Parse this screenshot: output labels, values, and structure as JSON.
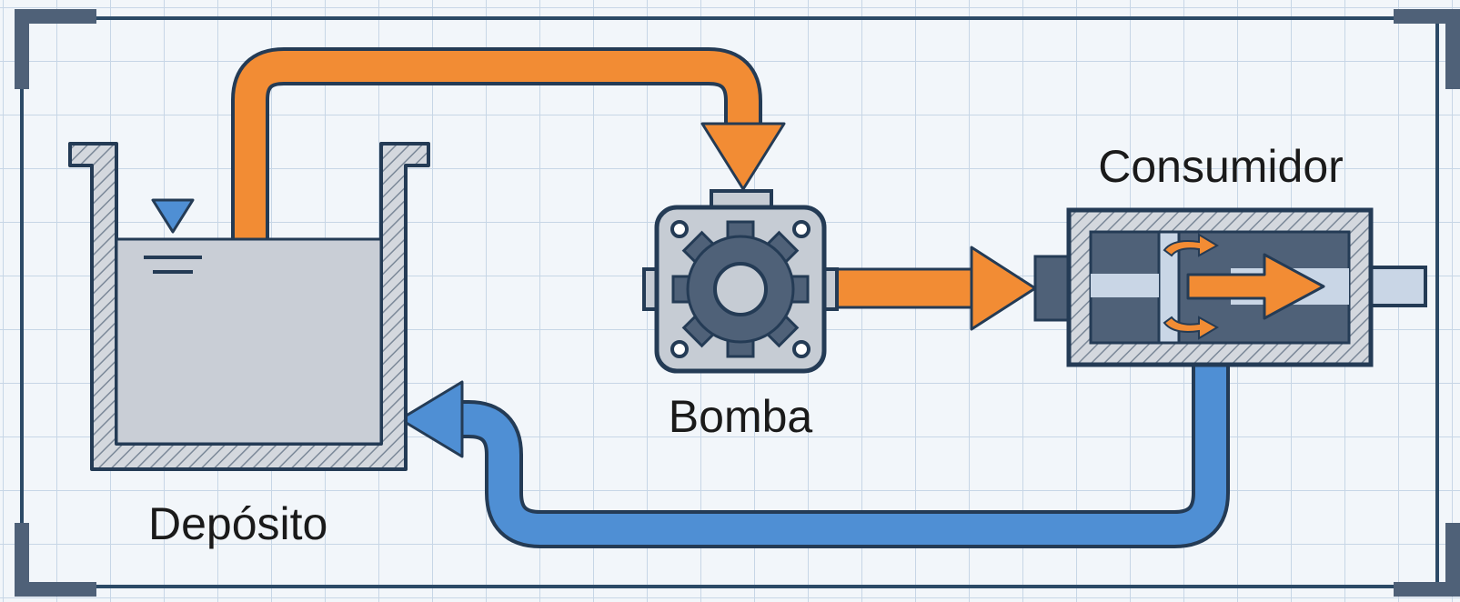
{
  "labels": {
    "reservoir": "Depósito",
    "pump": "Bomba",
    "consumer": "Consumidor"
  },
  "colors": {
    "background": "#f2f6fa",
    "grid": "#c7d6e6",
    "frame": "#2c4a66",
    "pressure_line": "#f28c34",
    "return_line": "#4f8fd4",
    "outline": "#243b55",
    "fluid": "#c9ced6",
    "wall_fill": "#d4d8de",
    "pump_body": "#c6ccd4",
    "gear": "#4f6178",
    "cylinder_dark": "#4f6178",
    "cylinder_light": "#c9d6e6"
  },
  "icons": {
    "fluid_level": "water-level-icon",
    "pump_gear": "gear-icon"
  }
}
